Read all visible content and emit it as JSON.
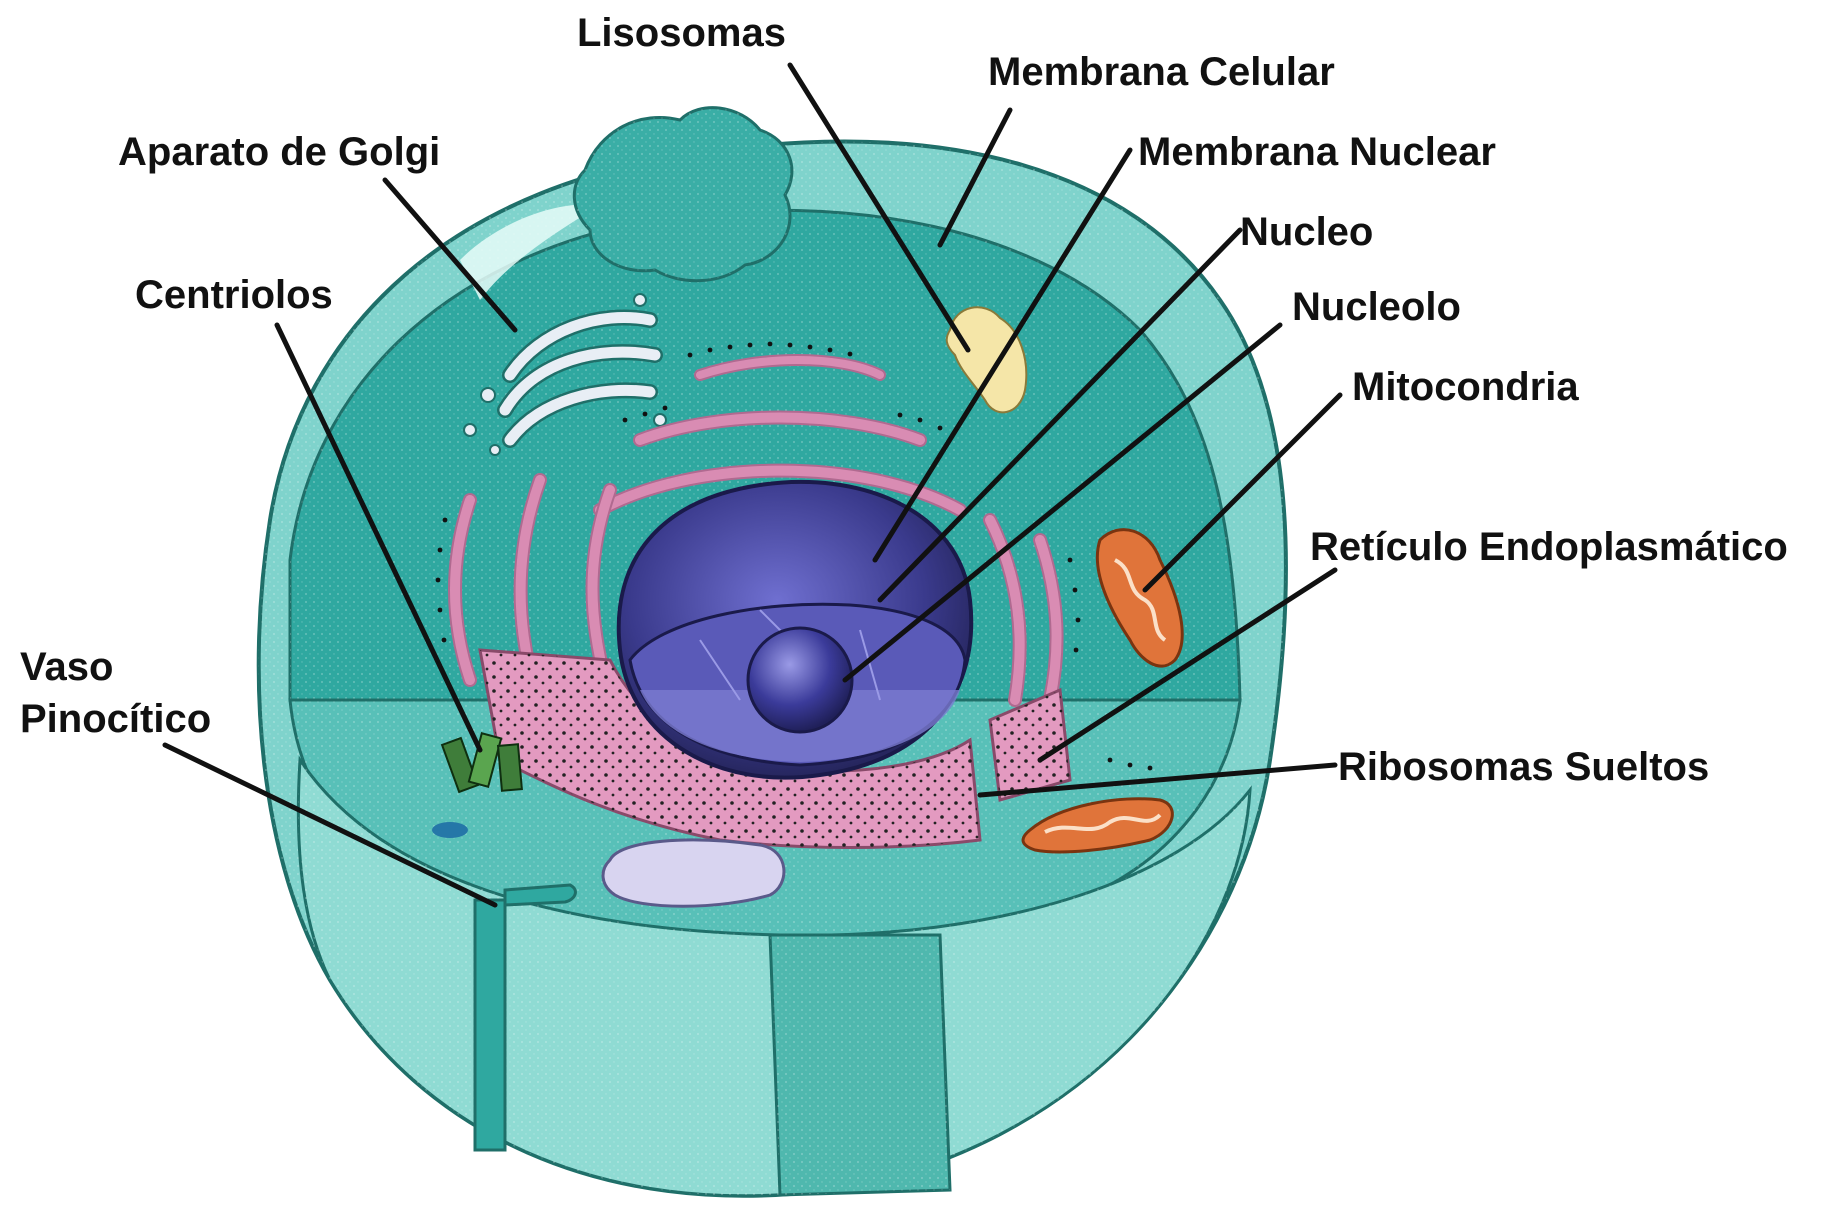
{
  "labels": {
    "lisosomas": "Lisosomas",
    "membrana_celular": "Membrana Celular",
    "aparato_golgi": "Aparato de Golgi",
    "membrana_nuclear": "Membrana Nuclear",
    "nucleo": "Nucleo",
    "centriolos": "Centriolos",
    "nucleolo": "Nucleolo",
    "mitocondria": "Mitocondria",
    "reticulo": "Retículo Endoplasmático",
    "vaso_line1": "Vaso",
    "vaso_line2": "Pinocítico",
    "ribosomas": "Ribosomas Sueltos"
  },
  "colors": {
    "cytoplasm": "#2fa8a0",
    "cell_outer": "#7fd3cc",
    "cell_light": "#a8e4de",
    "nucleus": "#3a3a8c",
    "nucleus_light": "#6b6bc4",
    "er": "#d98cb3",
    "mitochondria": "#e0743a",
    "lysosome": "#f5e6a8",
    "golgi": "#e8eef5",
    "centriole": "#3f7d3a",
    "leader": "#111111"
  }
}
